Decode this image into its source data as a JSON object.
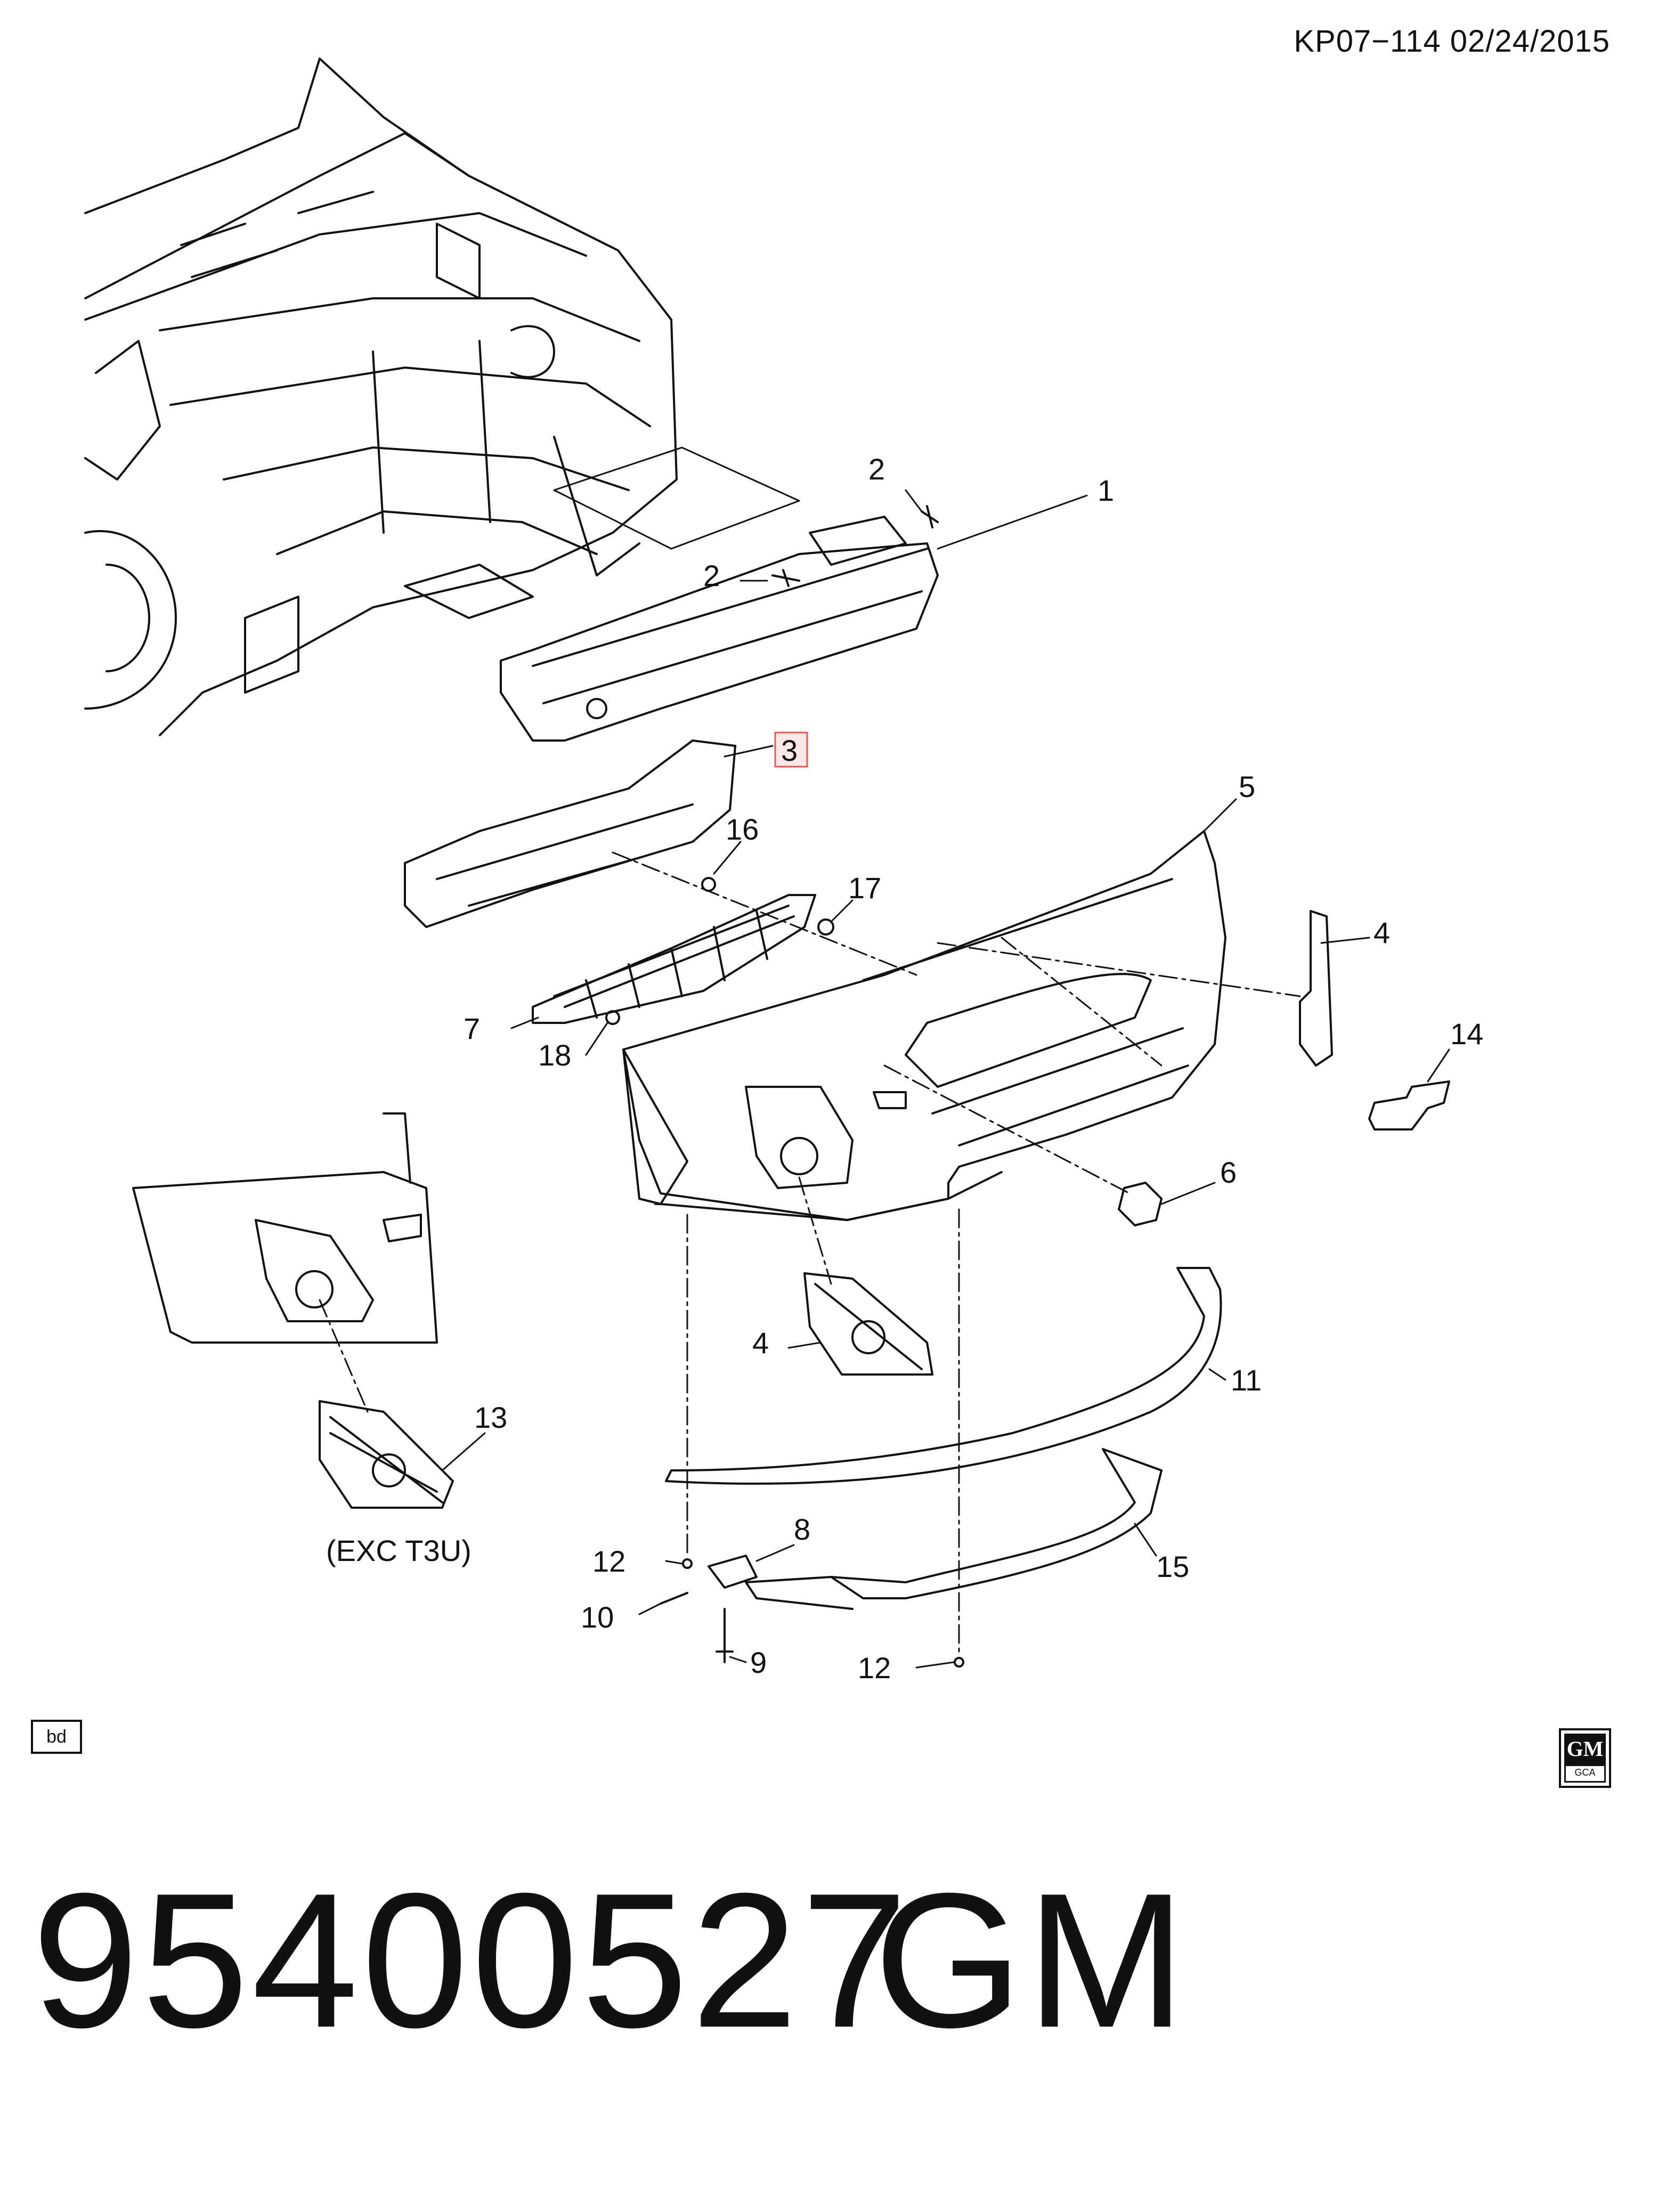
{
  "header": {
    "diagram_code": "KP07−114  02/24/2015"
  },
  "callouts": {
    "c1": "1",
    "c2a": "2",
    "c2b": "2",
    "c3": "3",
    "c4a": "4",
    "c4b": "4",
    "c5": "5",
    "c6": "6",
    "c7": "7",
    "c8": "8",
    "c9": "9",
    "c10": "10",
    "c11": "11",
    "c12a": "12",
    "c12b": "12",
    "c13": "13",
    "c14": "14",
    "c15": "15",
    "c16": "16",
    "c17": "17",
    "c18": "18"
  },
  "note_exc": "(EXC T3U)",
  "corner_box": "bd",
  "gm_logo": {
    "top": "GM",
    "bottom": "GCA"
  },
  "footer": {
    "part_number": "95400527",
    "brand": "GM"
  },
  "colors": {
    "line": "#111111",
    "highlight_fill": "#fde8e8",
    "highlight_border": "#e05a5a"
  }
}
